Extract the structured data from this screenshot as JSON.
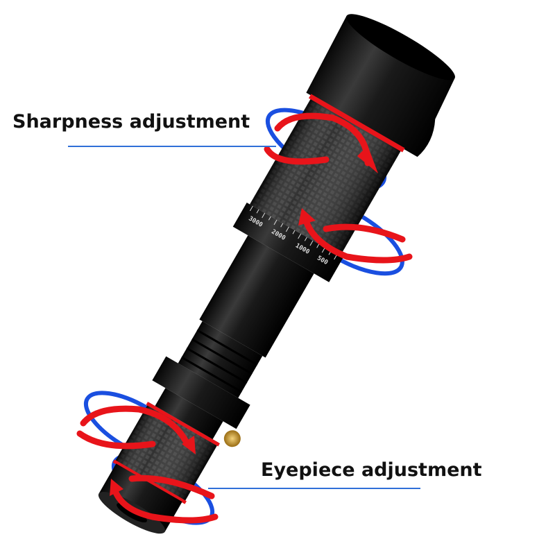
{
  "labels": {
    "sharpness": "Sharpness adjustment",
    "eyepiece": "Eyepiece adjustment"
  },
  "scale_ring": [
    "3000",
    "2000",
    "1000",
    "500"
  ],
  "colors": {
    "arrow": "#e8141a",
    "ring": "#1a4fe0",
    "leader_line": "#2f6fd8",
    "body": "#111111",
    "knob": "#c89a2a"
  }
}
